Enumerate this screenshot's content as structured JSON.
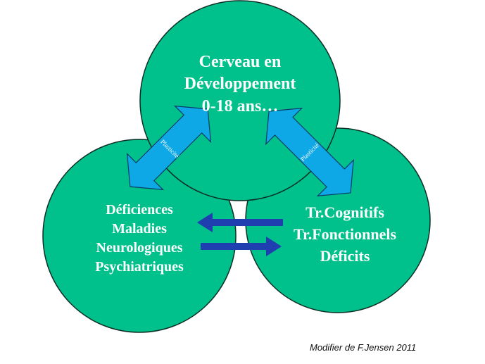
{
  "colors": {
    "circle_fill": "#00c08b",
    "circle_stroke": "#0b2e25",
    "plasticity_arrow": "#0ea8e6",
    "plasticity_arrow_stroke": "#0a3c66",
    "connector_arrow": "#1f3fb0",
    "background": "#ffffff"
  },
  "circles": {
    "top": {
      "lines": [
        "Cerveau en",
        "Développement",
        "0-18 ans…"
      ]
    },
    "left": {
      "lines": [
        "Déficiences",
        "Maladies",
        "Neurologiques",
        "Psychiatriques"
      ]
    },
    "right": {
      "lines": [
        "Tr.Cognitifs",
        "Tr.Fonctionnels",
        "Déficits"
      ]
    }
  },
  "arrows": {
    "left_plasticity_label": "Plasticité",
    "right_plasticity_label": "Plasticité"
  },
  "credit": "Modifier de F.Jensen 2011"
}
